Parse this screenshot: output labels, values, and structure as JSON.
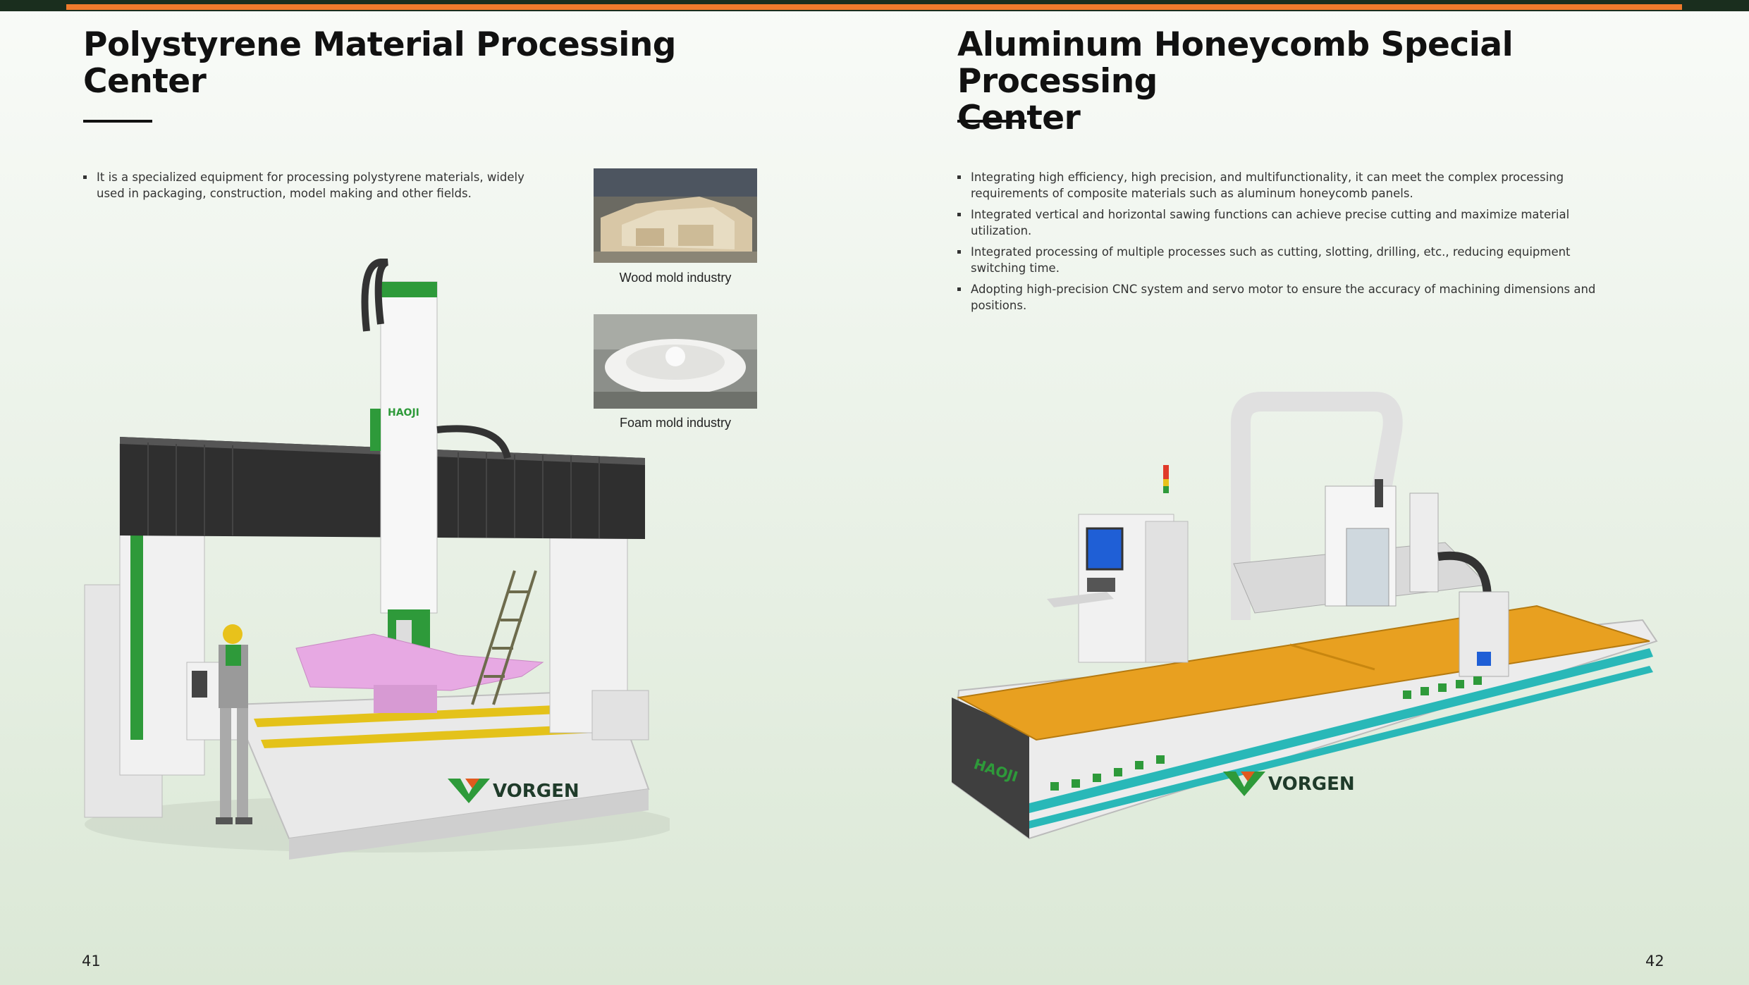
{
  "left_page": {
    "title_line1": "Polystyrene Material Processing",
    "title_line2": "Center",
    "bullets": [
      "It is a specialized equipment for processing polystyrene materials, widely used in packaging, construction, model making and other fields."
    ],
    "thumbnails": [
      {
        "caption": "Wood mold industry"
      },
      {
        "caption": "Foam mold industry"
      }
    ],
    "machine_brand": "HAOJI",
    "logo_text": "VORGEN",
    "page_number": "41"
  },
  "right_page": {
    "title_line1": "Aluminum Honeycomb Special Processing",
    "title_line2": "Center",
    "bullets": [
      "Integrating high efficiency, high precision, and multifunctionality, it can meet the complex processing requirements of composite materials such as aluminum honeycomb panels.",
      "Integrated vertical and horizontal sawing functions can achieve precise cutting and maximize material utilization.",
      "Integrated processing of multiple processes such as cutting, slotting, drilling, etc., reducing equipment switching time.",
      "Adopting high-precision CNC system and servo motor to ensure the accuracy of machining dimensions and positions."
    ],
    "machine_brand": "HAOJI",
    "logo_text": "VORGEN",
    "page_number": "42"
  },
  "colors": {
    "accent_orange": "#ee7a2c",
    "top_bar": "#1a2e1e",
    "brand_green": "#2e9a3a",
    "logo_dark": "#1f3b2a",
    "table_orange": "#e8a020",
    "rail_cyan": "#29b8b8"
  }
}
